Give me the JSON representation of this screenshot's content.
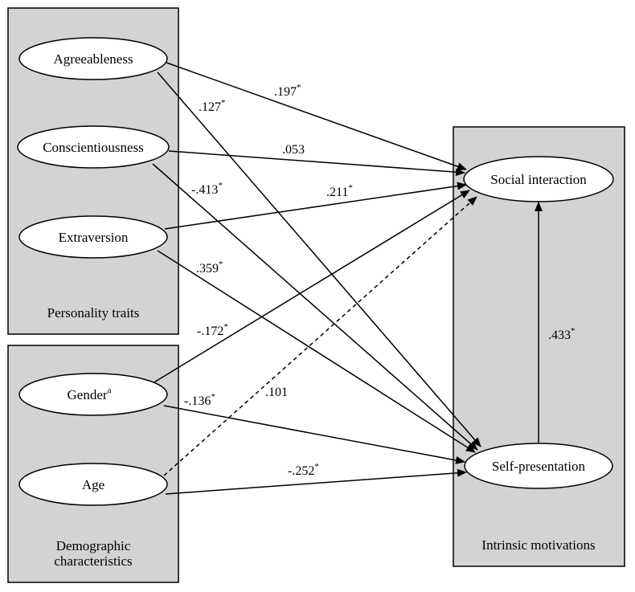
{
  "groups": {
    "personality": "Personality traits",
    "demographic_line1": "Demographic",
    "demographic_line2": "characteristics",
    "intrinsic": "Intrinsic motivations"
  },
  "nodes": {
    "agreeableness": "Agreeableness",
    "conscientiousness": "Conscientiousness",
    "extraversion": "Extraversion",
    "gender": "Gender",
    "gender_sup": "a",
    "age": "Age",
    "social_interaction": "Social interaction",
    "self_presentation": "Self-presentation"
  },
  "paths": {
    "agree_social": {
      "coef": ".197",
      "sig": "*"
    },
    "agree_self": {
      "coef": ".127",
      "sig": "*"
    },
    "consc_social": {
      "coef": ".053",
      "sig": ""
    },
    "consc_self": {
      "coef": "-.413",
      "sig": "*"
    },
    "extra_social": {
      "coef": ".211",
      "sig": "*"
    },
    "extra_self": {
      "coef": ".359",
      "sig": "*"
    },
    "gender_social": {
      "coef": "-.172",
      "sig": "*"
    },
    "gender_self": {
      "coef": "-.136",
      "sig": "*"
    },
    "age_social": {
      "coef": ".101",
      "sig": ""
    },
    "age_self": {
      "coef": "-.252",
      "sig": "*"
    },
    "self_social": {
      "coef": ".433",
      "sig": "*"
    }
  }
}
